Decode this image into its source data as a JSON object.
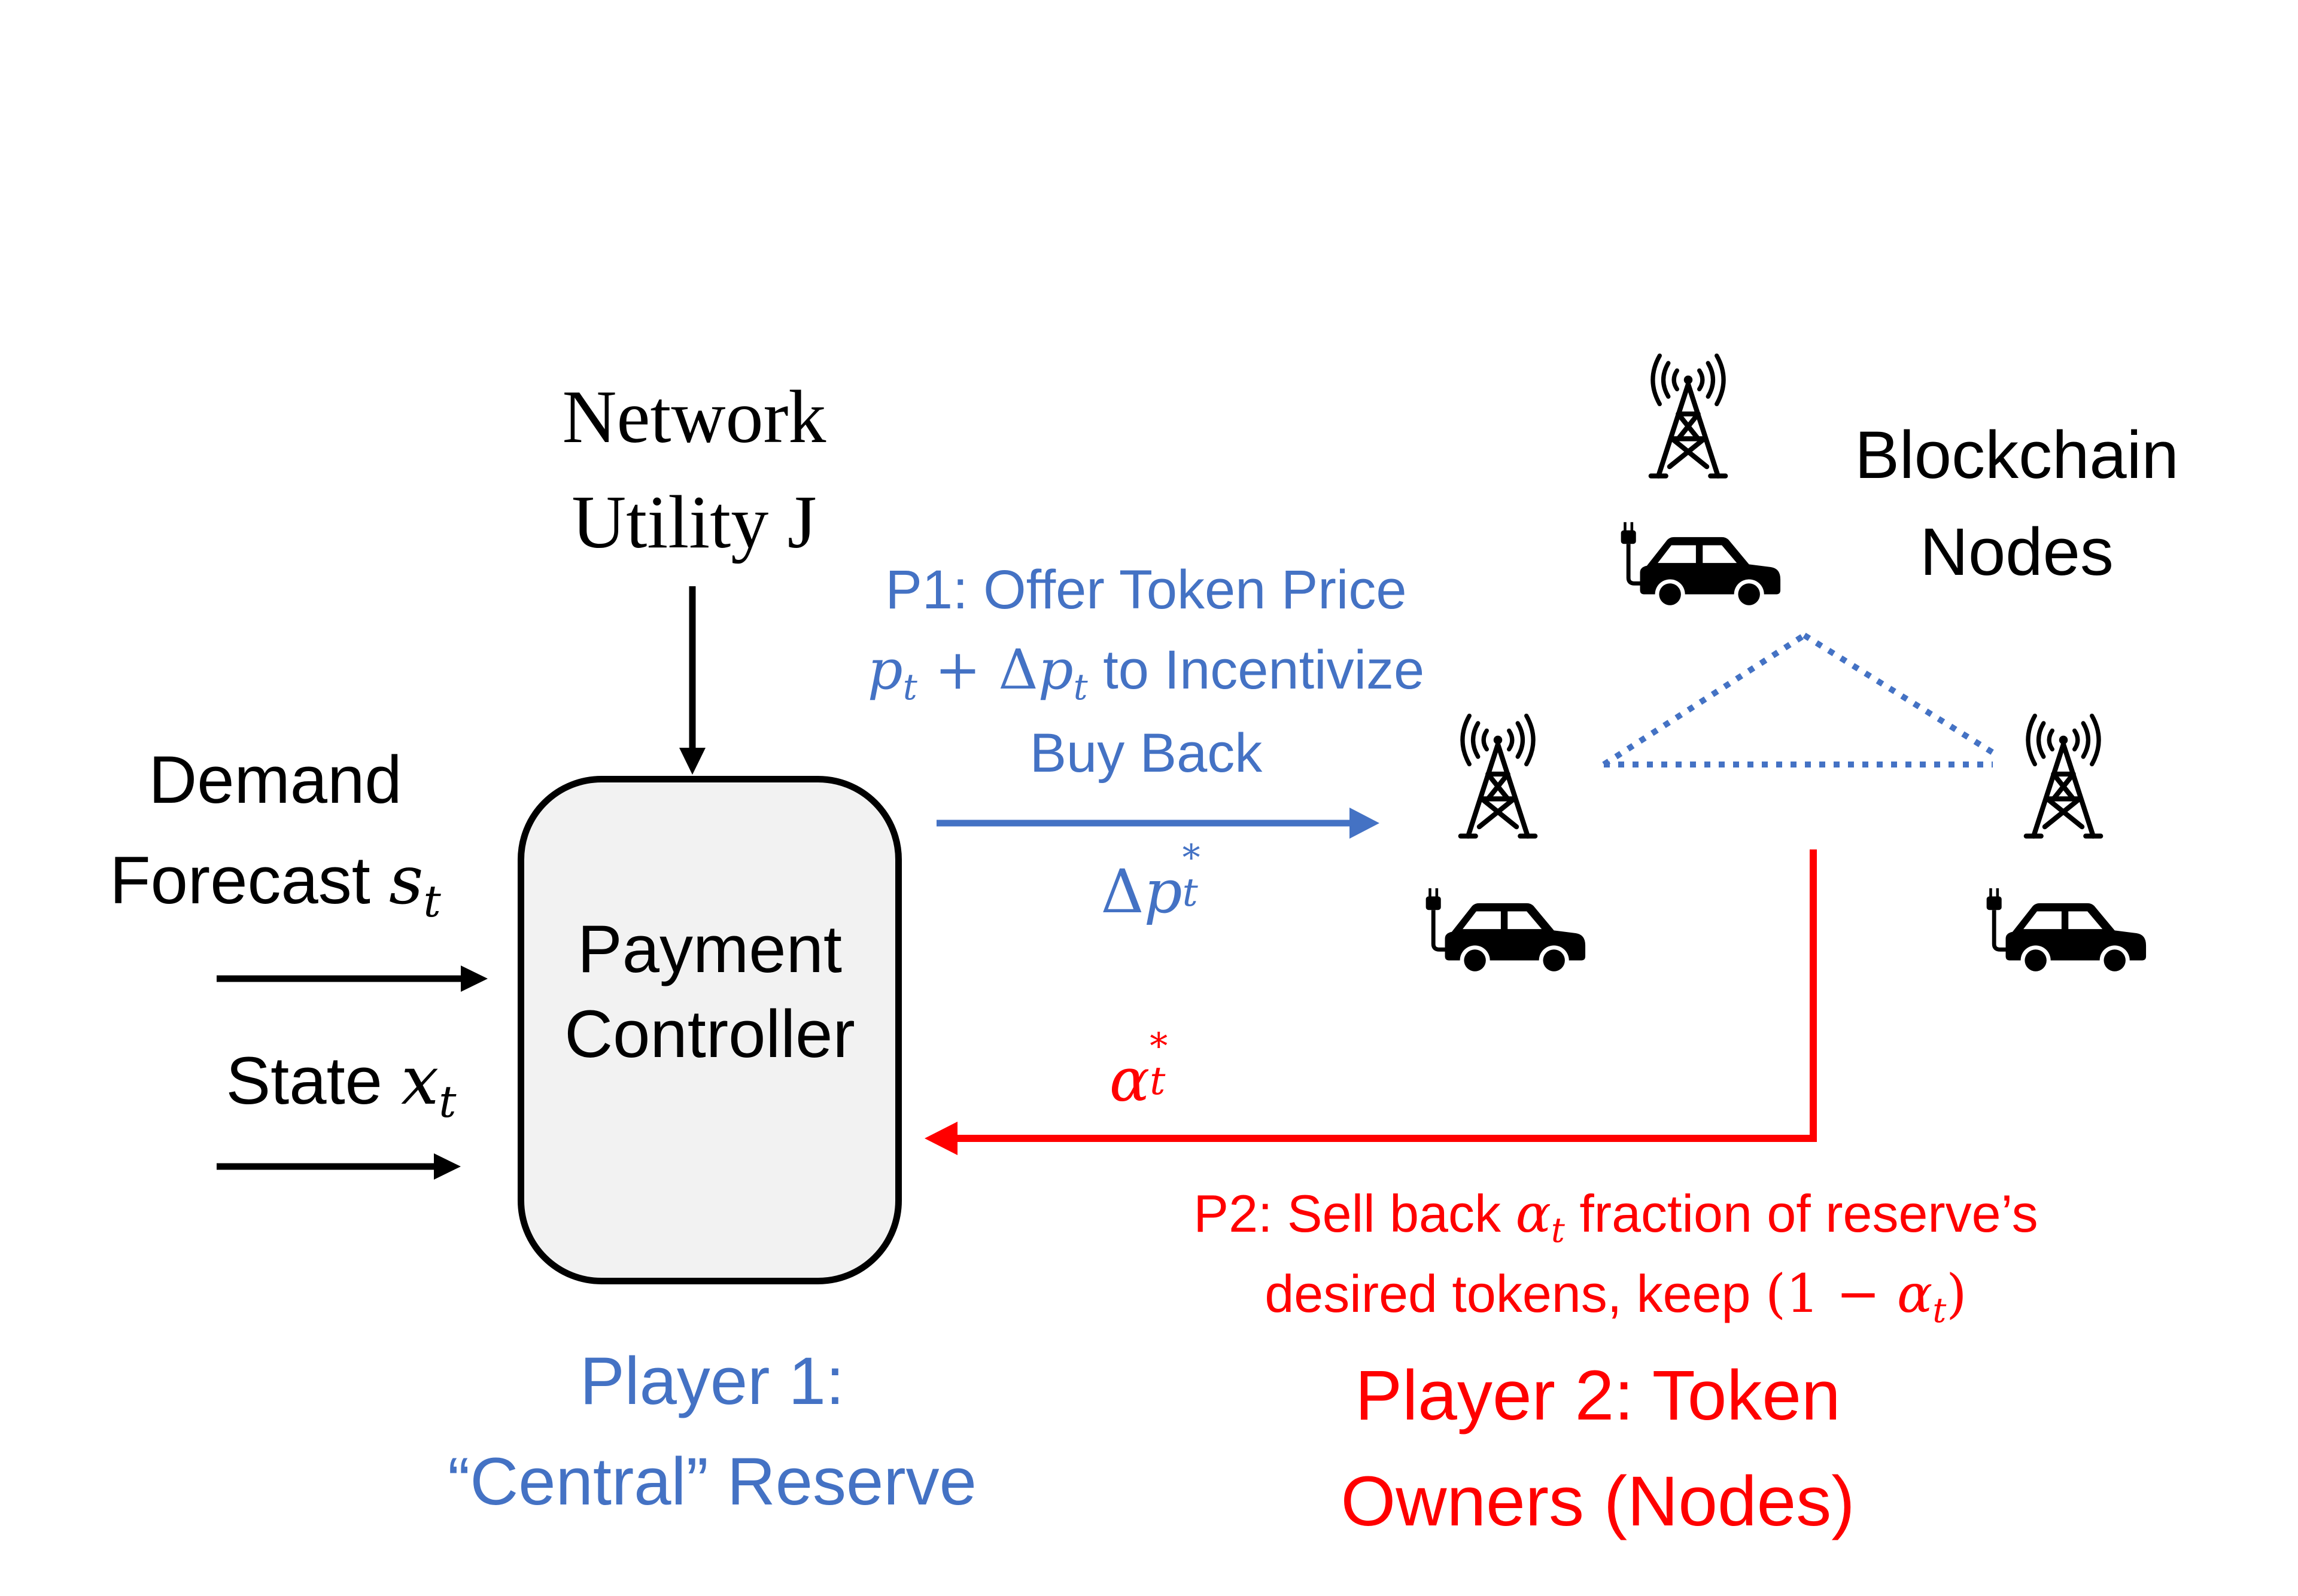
{
  "colors": {
    "player1": "#4472c4",
    "player2": "#ff0000",
    "text": "#000000",
    "controller_fill": "#f2f2f2"
  },
  "inputs": {
    "network_utility": [
      "Network",
      "Utility J"
    ],
    "demand_forecast": {
      "line1": "Demand",
      "line2_text": "Forecast ",
      "line2_var": "s",
      "line2_sub": "t"
    },
    "state": {
      "text": "State ",
      "var": "x",
      "sub": "t"
    }
  },
  "controller": {
    "line1": "Payment",
    "line2": "Controller"
  },
  "p1_action": {
    "line1": "P1:  Offer Token Price",
    "line2_math": "p",
    "line2_sub1": "t",
    "line2_plus": " + Δ",
    "line2_math2": "p",
    "line2_sub2": "t",
    "line2_text": " to Incentivize",
    "line3": "Buy Back"
  },
  "p1_signal": {
    "prefix": "Δ",
    "var": "p",
    "sup": "*",
    "sub": "t"
  },
  "p2_signal": {
    "var": "α",
    "sup": "*",
    "sub": "t"
  },
  "p2_action": {
    "line1_a": "P2: Sell back ",
    "line1_var": "α",
    "line1_sub": "t",
    "line1_b": " fraction of reserve’s",
    "line2_a": "desired tokens, keep ",
    "line2_math": "(1 − ",
    "line2_var": "α",
    "line2_sub": "t",
    "line2_close": ")"
  },
  "blockchain_label": [
    "Blockchain",
    "Nodes"
  ],
  "player1_label": [
    "Player 1:",
    "“Central” Reserve"
  ],
  "player2_label": [
    "Player 2: Token",
    "Owners (Nodes)"
  ],
  "nodes": [
    {
      "id": "node-top",
      "icons": [
        "cell-tower-icon",
        "electric-car-icon"
      ]
    },
    {
      "id": "node-left",
      "icons": [
        "cell-tower-icon",
        "electric-car-icon"
      ]
    },
    {
      "id": "node-right",
      "icons": [
        "cell-tower-icon",
        "electric-car-icon"
      ]
    }
  ]
}
